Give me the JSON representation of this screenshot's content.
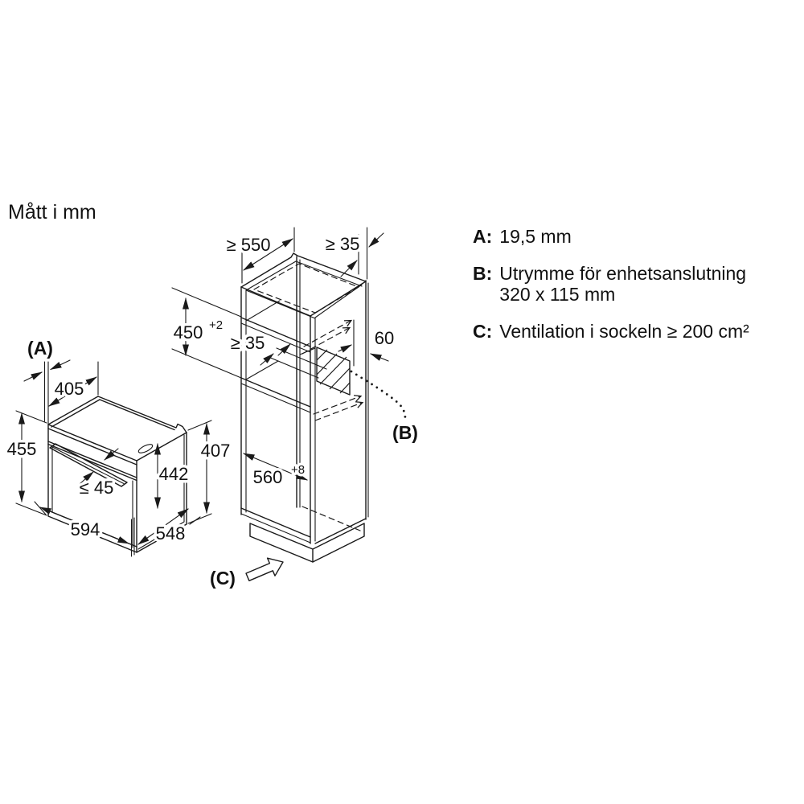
{
  "title": "Mått i mm",
  "legend": {
    "items": [
      {
        "key": "A:",
        "line1": "19,5 mm",
        "line2": ""
      },
      {
        "key": "B:",
        "line1": "Utrymme för enhetsanslutning",
        "line2": "320 x 115 mm"
      },
      {
        "key": "C:",
        "line1": "Ventilation i sockeln ≥ 200 cm²",
        "line2": ""
      }
    ]
  },
  "oven": {
    "ref_label": "(A)",
    "dims": {
      "top_depth": "405",
      "front_height": "455",
      "handle_depth": "≤ 45",
      "side_height": "442",
      "rear_height": "407",
      "width": "594",
      "depth": "548"
    }
  },
  "cabinet": {
    "dims": {
      "niche_depth": "≥ 550",
      "top_wall_clearance": "≥ 35",
      "niche_height": "450",
      "niche_height_tolerance": "+2",
      "rear_shelf_clearance": "≥ 35",
      "rear_recess_depth": "60",
      "inner_width": "560",
      "inner_width_tolerance": "+8"
    },
    "ref_labels": {
      "connection": "(B)",
      "ventilation": "(C)"
    }
  }
}
